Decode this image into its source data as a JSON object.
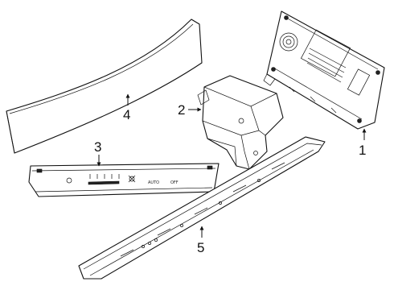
{
  "callouts": [
    {
      "id": "1",
      "label": "1"
    },
    {
      "id": "2",
      "label": "2"
    },
    {
      "id": "3",
      "label": "3"
    },
    {
      "id": "4",
      "label": "4"
    },
    {
      "id": "5",
      "label": "5"
    }
  ],
  "switch_panel": {
    "auto_label": "AUTO",
    "off_label": "OFF"
  }
}
